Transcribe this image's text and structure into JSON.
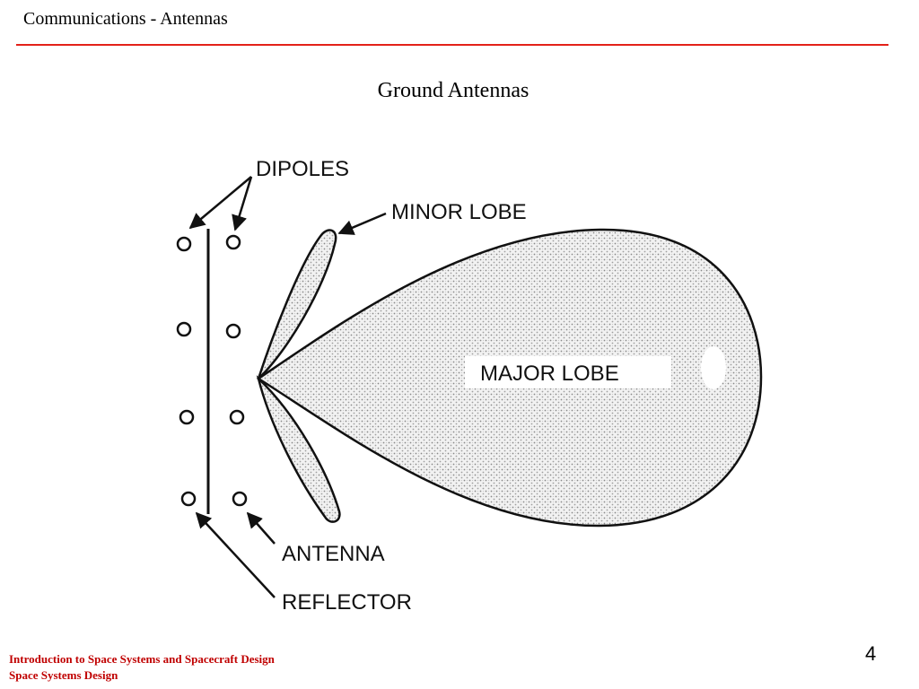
{
  "header": {
    "title": "Communications - Antennas",
    "rule_color": "#e32119"
  },
  "slide": {
    "title": "Ground Antennas"
  },
  "diagram": {
    "labels": {
      "dipoles": "DIPOLES",
      "minor_lobe": "MINOR LOBE",
      "major_lobe": "MAJOR LOBE",
      "antenna": "ANTENNA",
      "reflector": "REFLECTOR"
    }
  },
  "footer": {
    "line1": "Introduction to Space Systems and Spacecraft Design",
    "line2": "Space Systems Design",
    "color": "#c00000"
  },
  "page_number": "4"
}
